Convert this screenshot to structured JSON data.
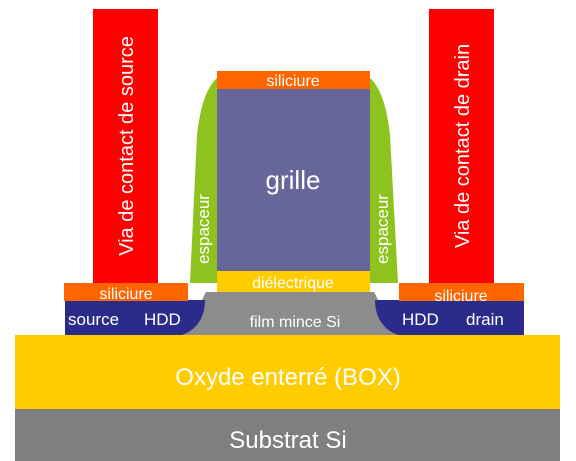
{
  "diagram": {
    "labels": {
      "substrate": "Substrat Si",
      "box": "Oxyde enterré (BOX)",
      "film": "film mince Si",
      "source": "source",
      "source_hdd": "HDD",
      "drain_hdd": "HDD",
      "drain": "drain",
      "silicide_left": "siliciure",
      "silicide_right": "siliciure",
      "silicide_gate": "siliciure",
      "dielectric": "diélectrique",
      "gate": "grille",
      "spacer_left": "espaceur",
      "spacer_right": "espaceur",
      "via_source": "Via de contact de source",
      "via_drain": "Via de contact de drain"
    },
    "colors": {
      "substrate": "#7f7f7f",
      "box": "#ffcc00",
      "film": "#8c8c8c",
      "hdd": "#2b2b8c",
      "silicide": "#ff6600",
      "dielectric": "#ffcc00",
      "gate": "#66669a",
      "spacer": "#8dc21f",
      "via": "#ff0000",
      "text_light": "#ffffff"
    }
  }
}
